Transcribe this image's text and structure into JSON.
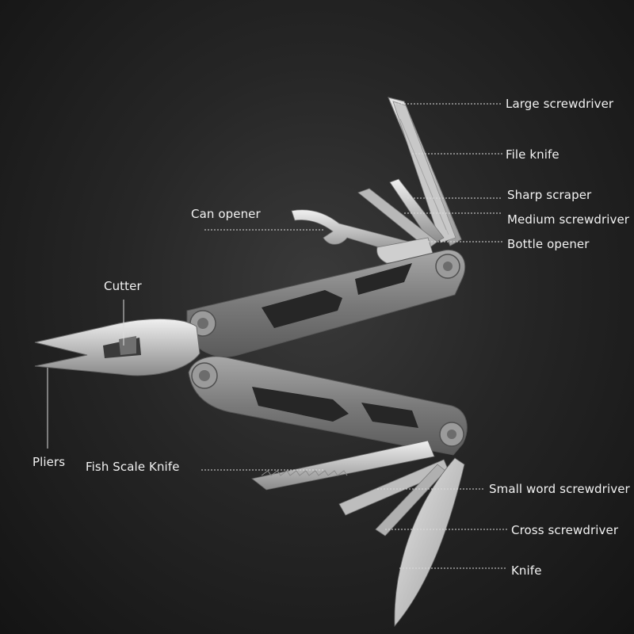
{
  "labels": {
    "large_screwdriver": "Large screwdriver",
    "file_knife": "File knife",
    "sharp_scraper": "Sharp scraper",
    "medium_screwdriver": "Medium screwdriver",
    "bottle_opener": "Bottle opener",
    "can_opener": "Can opener",
    "cutter": "Cutter",
    "pliers": "Pliers",
    "fish_scale_knife": "Fish Scale Knife",
    "small_word_screwdriver": "Small word screwdriver",
    "cross_screwdriver": "Cross screwdriver",
    "knife": "Knife"
  },
  "colors": {
    "background": "#262626",
    "steel_light": "#d9d9d9",
    "steel_dark": "#7d7d7d",
    "label_text": "#f2f2f2"
  }
}
